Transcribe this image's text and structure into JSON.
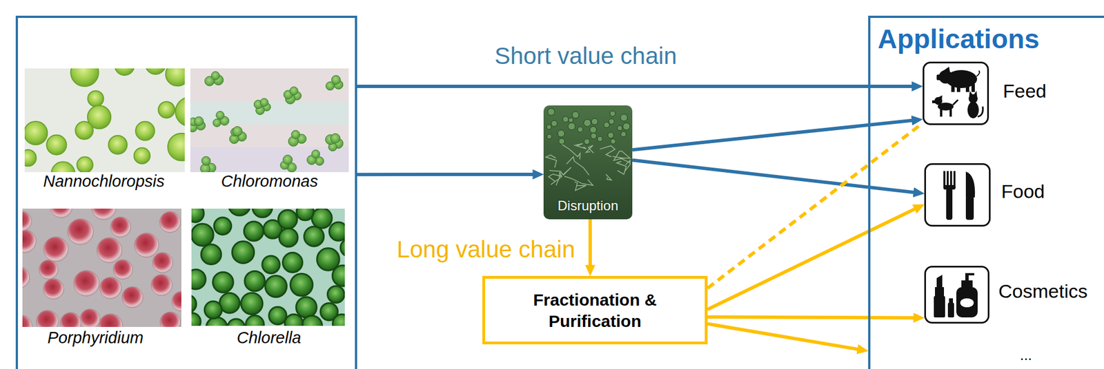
{
  "diagram": {
    "nodes": [
      {
        "text": [
          "Nannochloropsis",
          "Chloromonas",
          "Porphyridium",
          "Chlorella"
        ]
      },
      {
        "text": [
          "Disruption"
        ]
      },
      {
        "text": [
          "Fractionation & Purification"
        ]
      },
      {
        "text": [
          "Applications"
        ]
      },
      {
        "text": [
          "Feed"
        ],
        "in": 3
      },
      {
        "text": [
          "Food"
        ],
        "in": 3
      },
      {
        "text": [
          "Cosmetics"
        ],
        "in": 3
      }
    ],
    "edges": [
      {
        "from": 0,
        "to": 4,
        "arrow": "to",
        "label": "Short value chain"
      },
      {
        "from": 0,
        "to": 1,
        "arrow": "to"
      },
      {
        "from": 1,
        "to": 4,
        "arrow": "to"
      },
      {
        "from": 1,
        "to": 5,
        "arrow": "to"
      },
      {
        "from": 1,
        "to": 2,
        "arrow": "to",
        "label": "Long value chain"
      },
      {
        "from": 2,
        "to": 4,
        "arrow": "none"
      },
      {
        "from": 2,
        "to": 5,
        "arrow": "to"
      },
      {
        "from": 2,
        "to": 6,
        "arrow": "to"
      },
      {
        "from": 2,
        "to": 3,
        "arrow": "to"
      }
    ],
    "labels": [
      "..."
    ]
  }
}
